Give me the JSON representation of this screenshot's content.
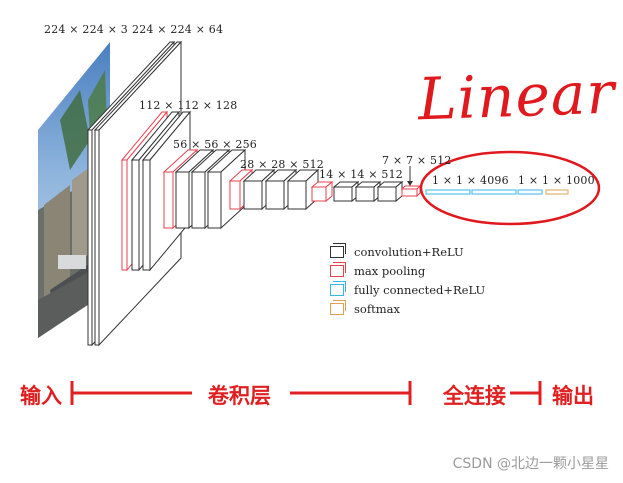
{
  "dims": {
    "d224x3": "224 × 224 × 3",
    "d224x64": "224 × 224 × 64",
    "d112": "112 × 112 × 128",
    "d56": "56 × 56 × 256",
    "d28": "28 × 28 × 512",
    "d14": "14 × 14 × 512",
    "d7": "7 × 7 × 512",
    "fc4096": "1 × 1 × 4096",
    "fc1000": "1 × 1 × 1000"
  },
  "legend": [
    {
      "label": "convolution+ReLU",
      "color": "#333333"
    },
    {
      "label": "max pooling",
      "color": "#e8424f"
    },
    {
      "label": "fully connected+ReLU",
      "color": "#35b8e8"
    },
    {
      "label": "softmax",
      "color": "#e0a050"
    }
  ],
  "annotation": "Linear",
  "sections": {
    "input": "输入",
    "conv": "卷积层",
    "fc": "全连接",
    "output": "输出"
  },
  "watermark": "CSDN @北边一颗小星星",
  "colors": {
    "conv": "#333333",
    "pool": "#e8424f",
    "fc": "#35b8e8",
    "softmax": "#e0a050",
    "annotation": "#e0191e"
  }
}
